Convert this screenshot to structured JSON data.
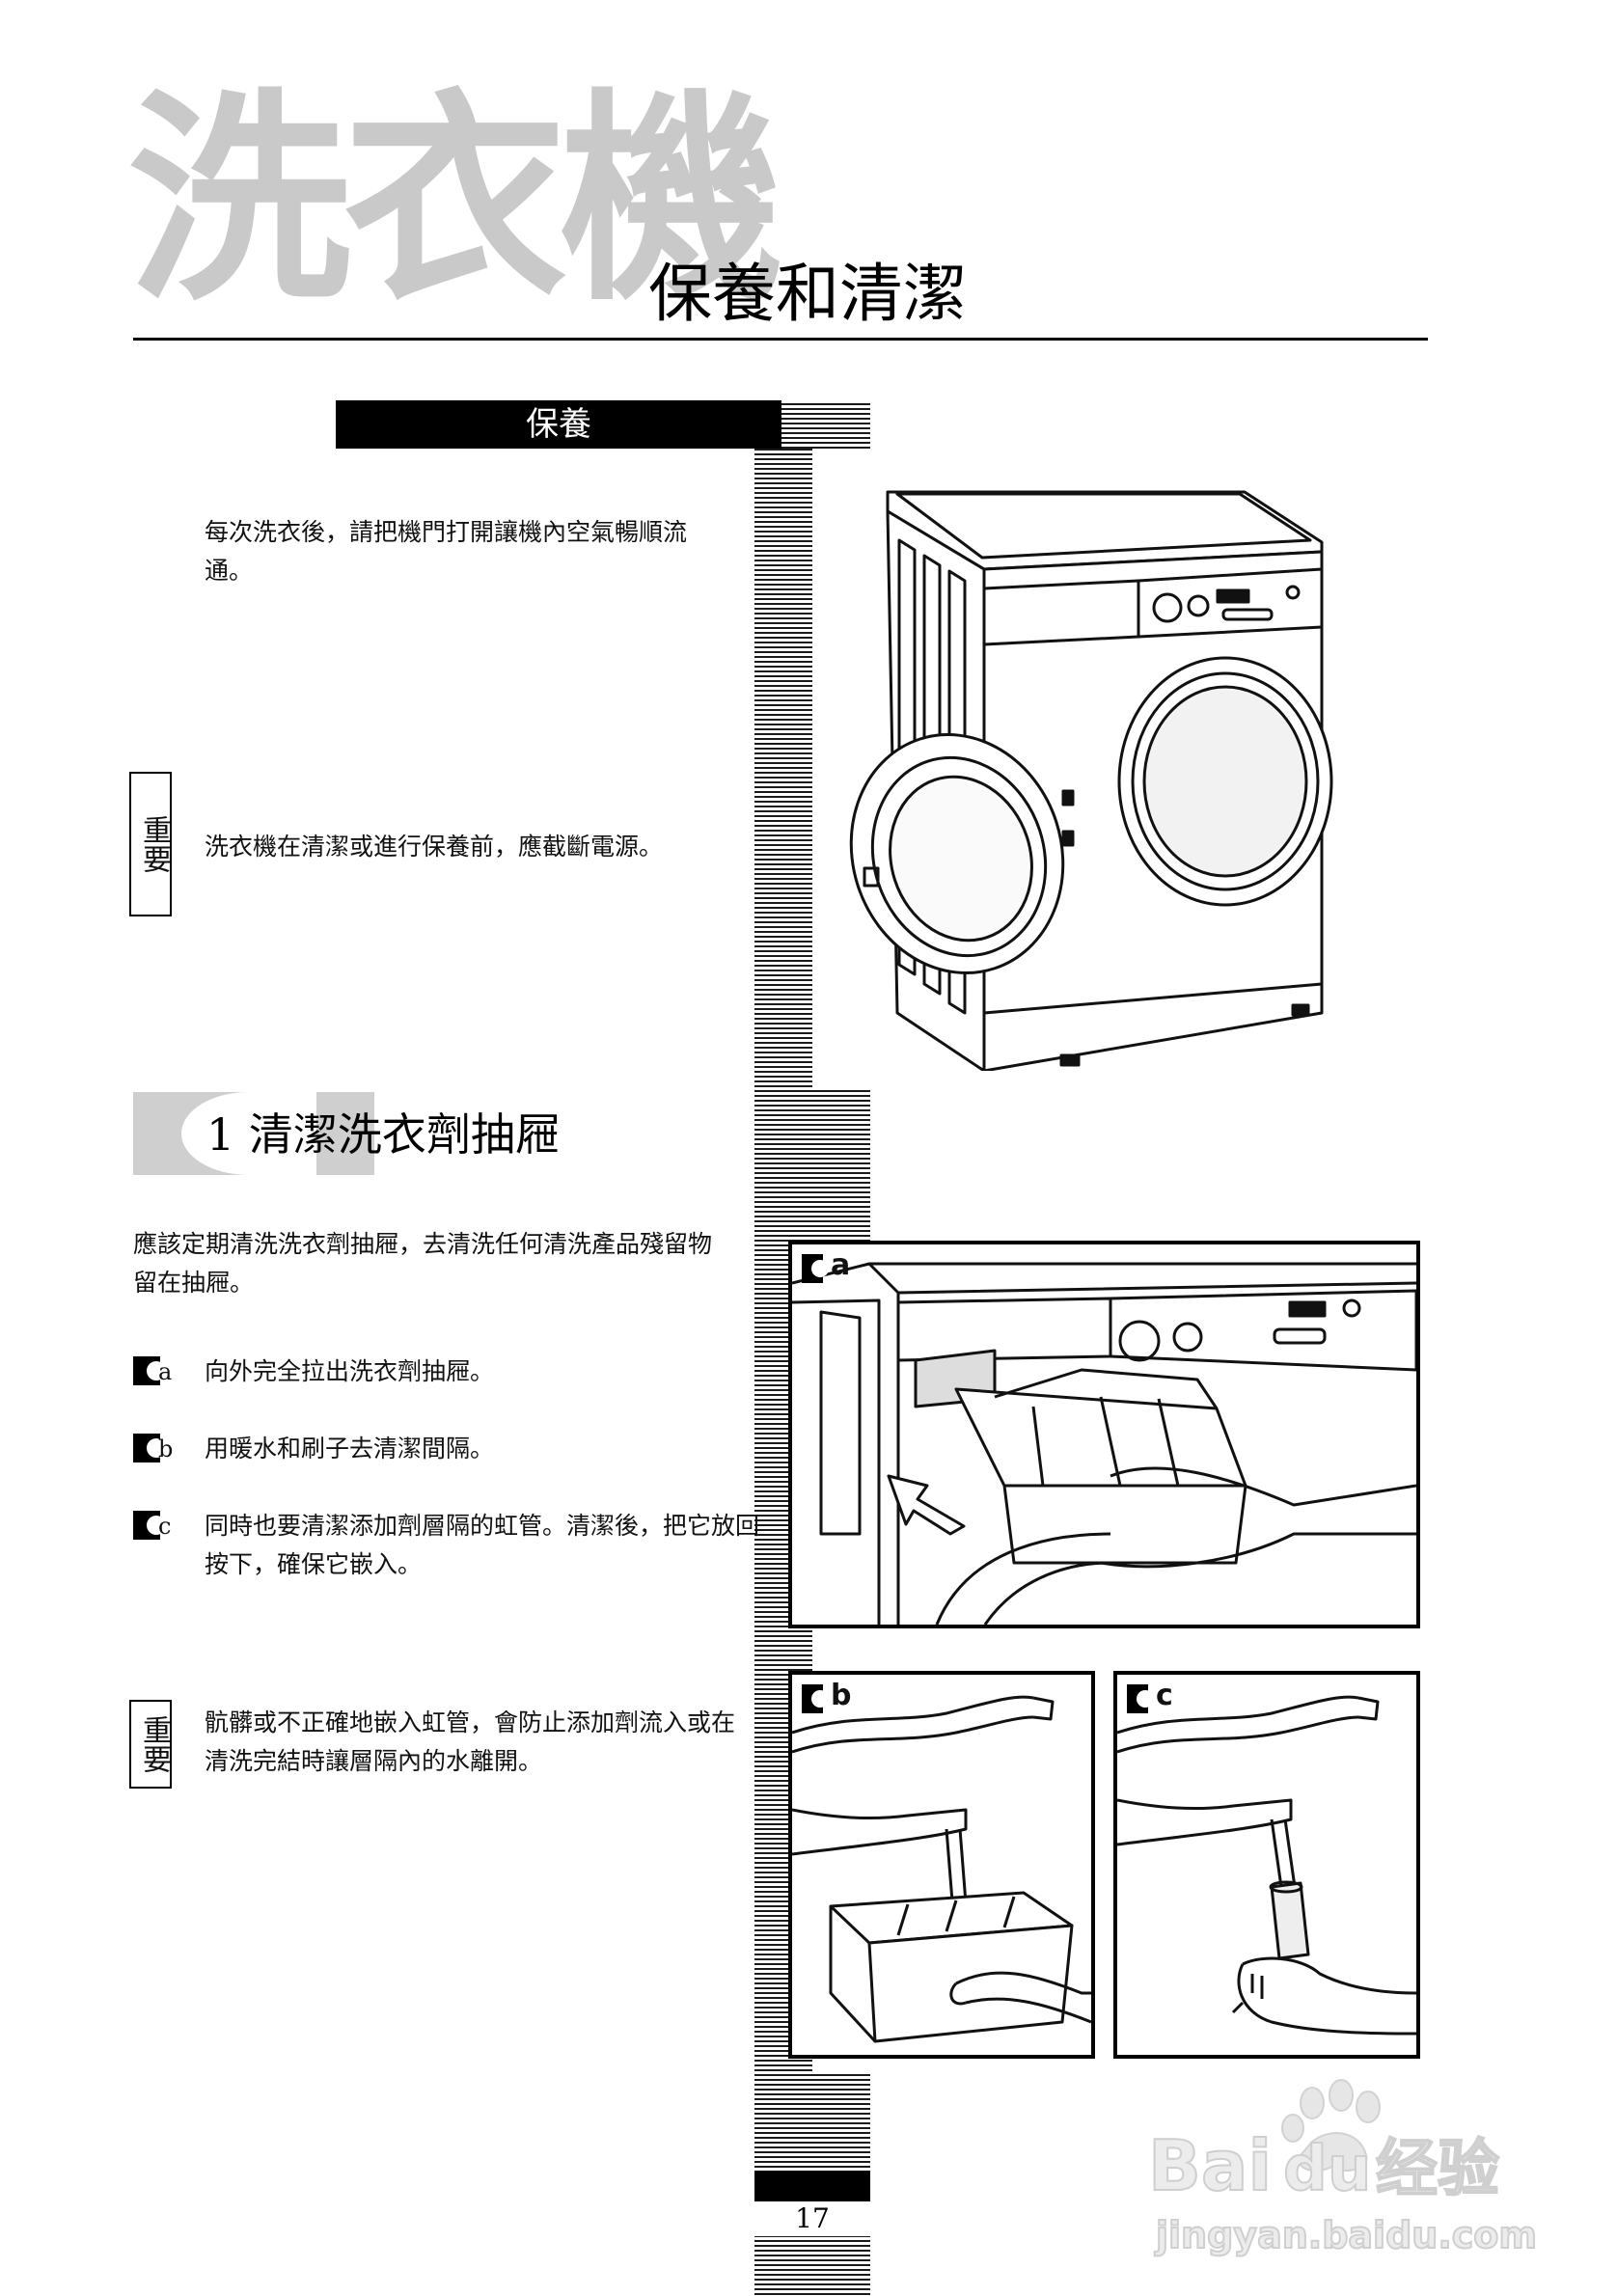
{
  "header": {
    "big_title": "洗衣機",
    "sub_title": "保養和清潔"
  },
  "maintenance": {
    "bar_label": "保養",
    "text": "每次洗衣後，請把機門打開讓機內空氣暢順流通。",
    "important_label": "重要",
    "important_text": "洗衣機在清潔或進行保養前，應截斷電源。"
  },
  "section1": {
    "heading": "1  清潔洗衣劑抽屜",
    "intro": "應該定期清洗洗衣劑抽屜，去清洗任何清洗產品殘留物留在抽屜。",
    "steps": [
      {
        "letter": "a",
        "text": "向外完全拉出洗衣劑抽屜。"
      },
      {
        "letter": "b",
        "text": "用暖水和刷子去清潔間隔。"
      },
      {
        "letter": "c",
        "text": "同時也要清潔添加劑層隔的虹管。清潔後，把它放回按下，確保它嵌入。"
      }
    ],
    "important_label": "重要",
    "important_text": "骯髒或不正確地嵌入虹管，會防止添加劑流入或在清洗完結時讓層隔內的水離開。"
  },
  "figures": {
    "a_label": "a",
    "b_label": "b",
    "c_label": "c"
  },
  "page_number": "17",
  "watermark": {
    "brand": "Bai",
    "brand2": "du",
    "service": "经验",
    "url": "jingyan.baidu.com"
  }
}
